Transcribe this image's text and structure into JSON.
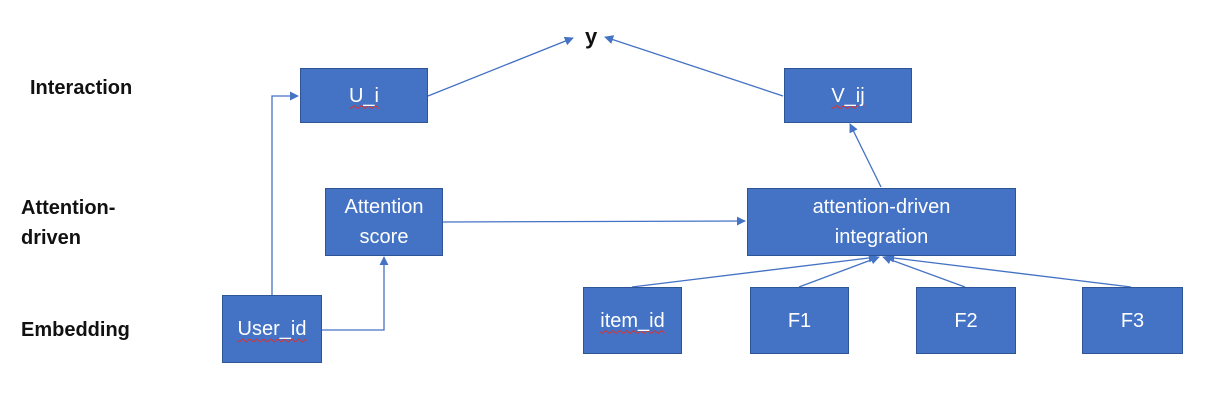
{
  "layers": {
    "interaction": "Interaction",
    "attention": "Attention-\ndriven",
    "embedding": "Embedding"
  },
  "output": "y",
  "nodes": {
    "u_i": "U_i",
    "v_ij": "V_ij",
    "attention_score": "Attention\nscore",
    "attention_integration": "attention-driven\nintegration",
    "user_id": "User_id",
    "item_id": "item_id",
    "f1": "F1",
    "f2": "F2",
    "f3": "F3"
  },
  "colors": {
    "box_fill": "#4472C4",
    "box_border": "#2F5597",
    "arrow": "#4472C4",
    "spellcheck_underline": "#e0302a"
  }
}
